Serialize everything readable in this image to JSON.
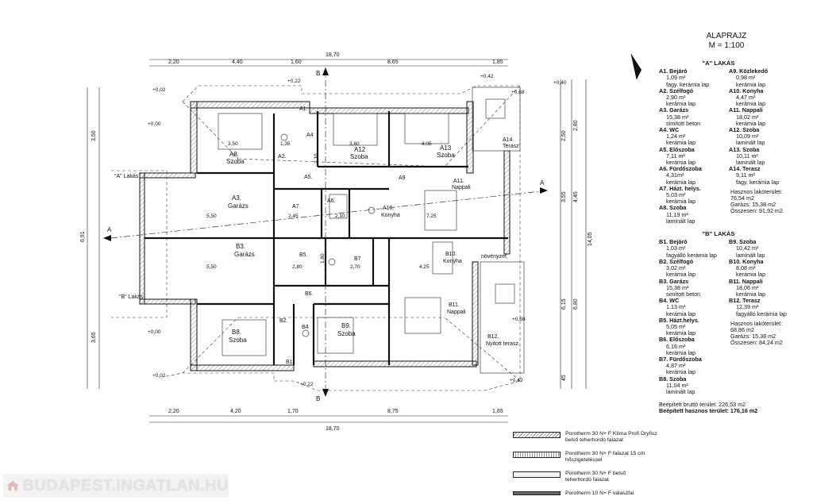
{
  "header": {
    "title": "ALAPRAJZ",
    "scale": "M = 1:100"
  },
  "section_a": {
    "heading": "\"A\" LAKÁS",
    "left": [
      {
        "code": "A1. Bejáró",
        "area": "1,09 m²",
        "finish": "fagy. kerámia lap"
      },
      {
        "code": "A2. Szélfogó",
        "area": "2,90 m²",
        "finish": "kerámia lap"
      },
      {
        "code": "A3. Garázs",
        "area": "15,38 m²",
        "finish": "simított beton"
      },
      {
        "code": "A4. WC",
        "area": "1,24 m²",
        "finish": "kerámia lap"
      },
      {
        "code": "A5. Előszoba",
        "area": "7,11 m²",
        "finish": "kerámia lap"
      },
      {
        "code": "A6. Fürdőszoba",
        "area": "4,31m²",
        "finish": "kerámia lap"
      },
      {
        "code": "A7. Házt. helys.",
        "area": "5,03 m²",
        "finish": "kerámia lap"
      },
      {
        "code": "A8. Szoba",
        "area": "11,19 m²",
        "finish": "laminált lap"
      }
    ],
    "right": [
      {
        "code": "A9. Közlekedő",
        "area": "0,98 m²",
        "finish": "kerámia lap"
      },
      {
        "code": "A10. Konyha",
        "area": "4,47 m²",
        "finish": "kerámia lap"
      },
      {
        "code": "A11. Nappali",
        "area": "18,02 m²",
        "finish": "kerámia lap"
      },
      {
        "code": "A12. Szoba",
        "area": "10,09 m²",
        "finish": "laminált lap"
      },
      {
        "code": "A13. Szoba",
        "area": "10,11 m²",
        "finish": "laminált lap"
      },
      {
        "code": "A14. Terasz",
        "area": "9,11 m²",
        "finish": "fagy. kerámia lap"
      }
    ],
    "summary": [
      "Hasznos lakóterület:",
      "76,54  m2",
      "Garázs: 15,38 m2",
      "",
      "Összesen:  91,92 m2"
    ]
  },
  "section_b": {
    "heading": "\"B\" LAKÁS",
    "left": [
      {
        "code": "B1. Bejáró",
        "area": "1,03 m²",
        "finish": "fagyálló kerámia lap"
      },
      {
        "code": "B2. Szélfogó",
        "area": "3,02 m²",
        "finish": "kerámia lap"
      },
      {
        "code": "B3. Garázs",
        "area": "15,38 m²",
        "finish": "simított beton"
      },
      {
        "code": "B4. WC",
        "area": "1,13 m²",
        "finish": "kerámia lap"
      },
      {
        "code": "B5. Házt.helys.",
        "area": "5,05 m²",
        "finish": "kerámia lap"
      },
      {
        "code": "B6. Előszoba",
        "area": "6,16 m²",
        "finish": "kerámia lap"
      },
      {
        "code": "B7. Fürdőszoba",
        "area": "4,87 m²",
        "finish": "kerámia lap"
      },
      {
        "code": "B8. Szoba",
        "area": "11,04 m²",
        "finish": "laminált lap"
      }
    ],
    "right": [
      {
        "code": "B9. Szoba",
        "area": "10,42 m²",
        "finish": "laminált lap"
      },
      {
        "code": "B10. Konyha",
        "area": "8,08 m²",
        "finish": "kerámia lap"
      },
      {
        "code": "B11. Nappali",
        "area": "18,06 m²",
        "finish": "kerámia lap"
      },
      {
        "code": "B12. Terasz",
        "area": "12,39 m²",
        "finish": "fagyálló kerámia lap"
      }
    ],
    "summary": [
      "Hasznos lakóterület:",
      "68,86  m2",
      "Garázs: 15,38 m2",
      "Összesen:  84,24 m2"
    ]
  },
  "totals": {
    "built": "Beépített bruttó terület: 226,53  m2",
    "useful": "Beépített hasznos terület:  176,16 m2"
  },
  "legend": [
    {
      "line1": "Porotherm 30 N+ F Klíma Profi Dryfisz",
      "line2": "belső teherhordó falazat"
    },
    {
      "line1": "Porotherm 30 N+ F falazat 15 cm",
      "line2": "hőszigeteléssel"
    },
    {
      "line1": "Porotherm 30 N+ F belső",
      "line2": "teherhordó falazat"
    },
    {
      "line1": "Porotherm 10 N+ F válaszfal",
      "line2": ""
    }
  ],
  "watermark": {
    "text": "BUDAPEST.INGATLAN.HU"
  },
  "plan": {
    "dims_top": [
      "18,70",
      "2,20",
      "4,40",
      "1,60",
      "8,65",
      "1,85"
    ],
    "dims_bottom": [
      "2,20",
      "4,20",
      "1,70",
      "8,75",
      "1,85",
      "18,70"
    ],
    "dims_left": [
      "3,50",
      "6,91",
      "3,65"
    ],
    "dims_right": [
      "2,50",
      "2,80",
      "3,55",
      "4,45",
      "14,05",
      "6,15",
      "6,80",
      "45"
    ],
    "levels": [
      "+0,02",
      "+0,00",
      "+0,22",
      "+0,42",
      "+0,40",
      "+0,68",
      "+0,00",
      "+0,68",
      "+0,22",
      "+0,42",
      "+0,02"
    ],
    "section_marks": [
      "A",
      "A",
      "B",
      "B"
    ],
    "unit_labels": [
      "\"A\" Lakás",
      "\"B\" Lakás"
    ],
    "rooms": [
      {
        "code": "A8.",
        "name": "Szoba"
      },
      {
        "code": "A12",
        "name": "Szoba"
      },
      {
        "code": "A13",
        "name": "Szoba"
      },
      {
        "code": "A14.",
        "name": "Terasz"
      },
      {
        "code": "A3.",
        "name": "Garázs"
      },
      {
        "code": "A11.",
        "name": "Nappali"
      },
      {
        "code": "A10.",
        "name": "Konyha"
      },
      {
        "code": "A1.",
        "name": ""
      },
      {
        "code": "A2.",
        "name": ""
      },
      {
        "code": "A4",
        "name": ""
      },
      {
        "code": "A5.",
        "name": ""
      },
      {
        "code": "A6.",
        "name": ""
      },
      {
        "code": "A7.",
        "name": ""
      },
      {
        "code": "A9",
        "name": ""
      },
      {
        "code": "B3.",
        "name": "Garázs"
      },
      {
        "code": "B5.",
        "name": ""
      },
      {
        "code": "B7",
        "name": ""
      },
      {
        "code": "B10.",
        "name": "Konyha"
      },
      {
        "code": "B11.",
        "name": "Nappali"
      },
      {
        "code": "B12.",
        "name": "Nyitott terasz"
      },
      {
        "code": "B8.",
        "name": "Szoba"
      },
      {
        "code": "B9.",
        "name": "Szoba"
      },
      {
        "code": "B6.",
        "name": ""
      },
      {
        "code": "B2.",
        "name": ""
      },
      {
        "code": "B1.",
        "name": ""
      },
      {
        "code": "B4",
        "name": ""
      }
    ],
    "note": "növényzet",
    "inner_dims": [
      "5,50",
      "2,45",
      "2,10",
      "7,25",
      "5,50",
      "2,80",
      "2,70",
      "4,25",
      "1,80",
      "2,10",
      "3,60",
      "4,05",
      "3,50",
      "1,35"
    ]
  }
}
